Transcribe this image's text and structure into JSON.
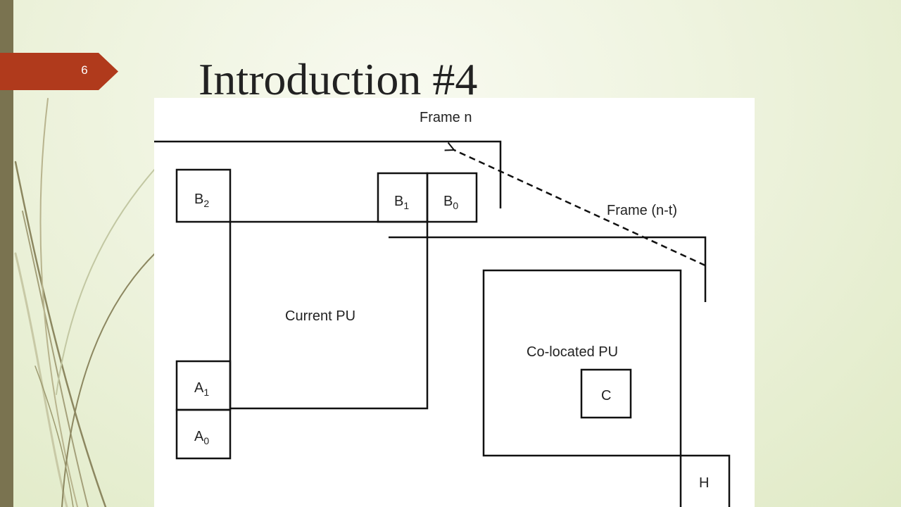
{
  "slide": {
    "number": "6",
    "title": "Introduction #4"
  },
  "diagram": {
    "frame_n_label": "Frame n",
    "frame_nt_label": "Frame (n-t)",
    "current_pu_label": "Current PU",
    "colocated_pu_label": "Co-located PU",
    "blocks": {
      "b2": {
        "base": "B",
        "sub": "2"
      },
      "b1": {
        "base": "B",
        "sub": "1"
      },
      "b0": {
        "base": "B",
        "sub": "0"
      },
      "a1": {
        "base": "A",
        "sub": "1"
      },
      "a0": {
        "base": "A",
        "sub": "0"
      },
      "c": {
        "base": "C"
      },
      "h": {
        "base": "H"
      }
    }
  },
  "colors": {
    "left_bar": "#7a7350",
    "number_tab": "#b03a1c",
    "line": "#111111"
  }
}
